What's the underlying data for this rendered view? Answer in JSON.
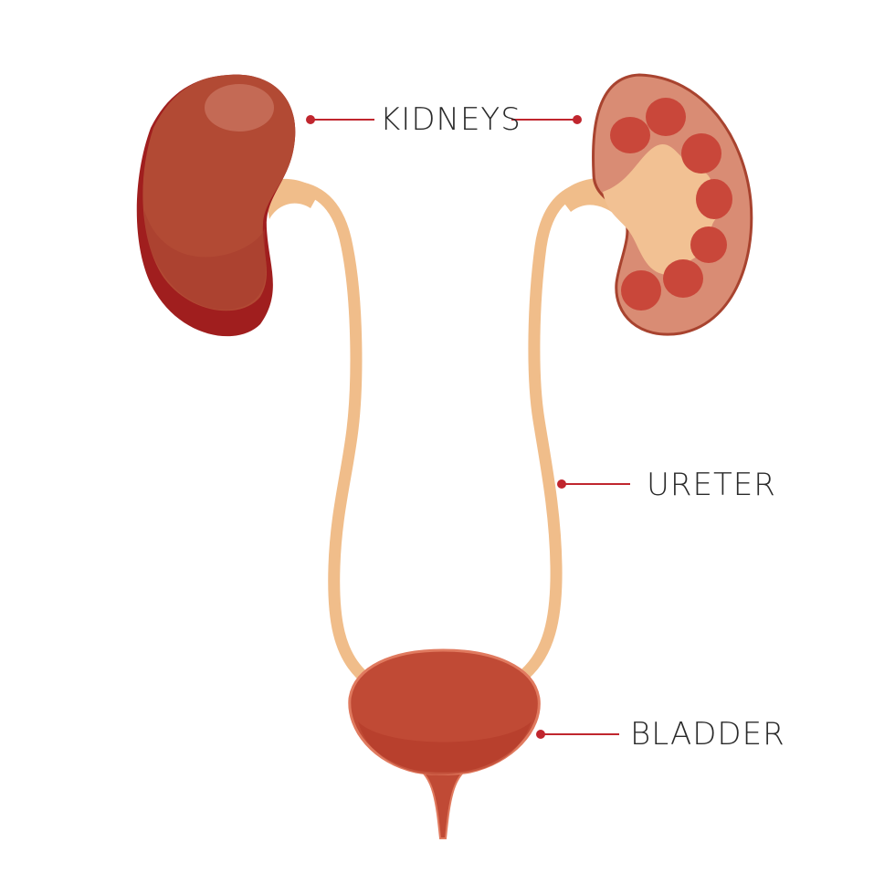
{
  "diagram": {
    "subject": "Urinary system",
    "labels": {
      "kidneys": "KIDNEYS",
      "ureter": "URETER",
      "bladder": "BLADDER"
    },
    "parts": [
      {
        "name": "left kidney",
        "view": "exterior"
      },
      {
        "name": "right kidney",
        "view": "cross-section"
      },
      {
        "name": "ureter",
        "count": 2
      },
      {
        "name": "bladder"
      },
      {
        "name": "urethra"
      }
    ],
    "colors": {
      "kidney_exterior": "#b24a34",
      "kidney_shadow": "#a01e1e",
      "kidney_highlight": "#c46a55",
      "kidney_section_cortex": "#d98c74",
      "kidney_section_pyramid": "#c9473a",
      "kidney_section_pelvis": "#f2c193",
      "ureter": "#f0bd8a",
      "bladder": "#c04a35",
      "bladder_outline": "#e07a5f",
      "leader_line": "#c0262e",
      "label_text": "#2a2a2a"
    }
  }
}
